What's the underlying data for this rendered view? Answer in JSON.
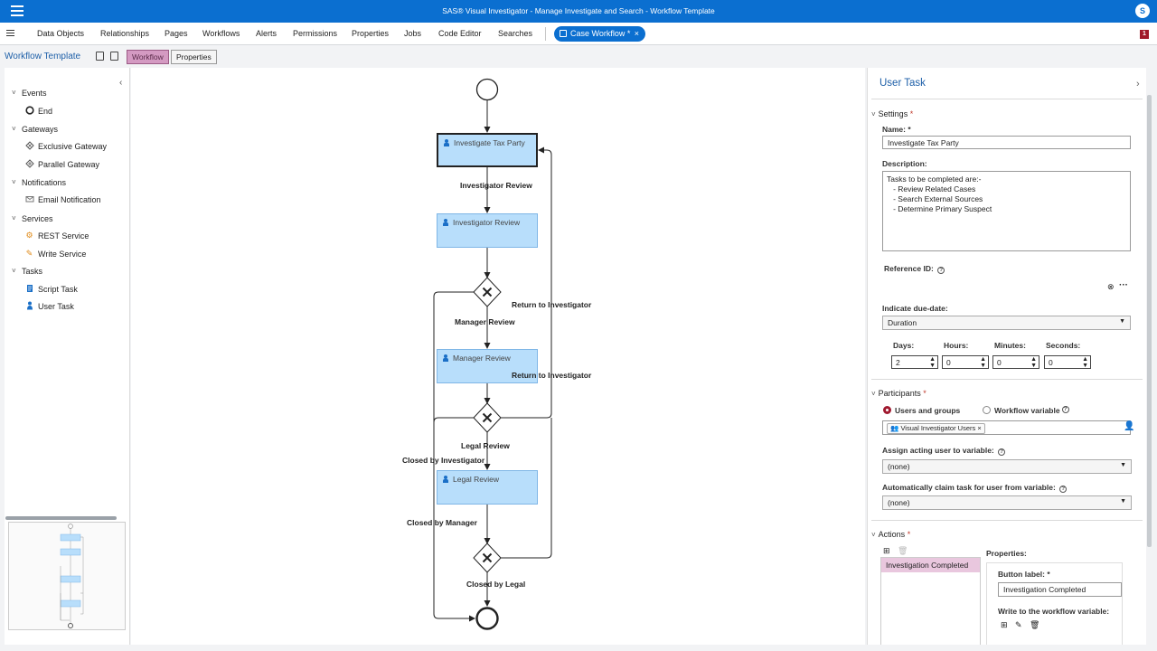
{
  "topbar": {
    "title": "SAS® Visual Investigator - Manage Investigate and Search - Workflow Template",
    "avatar": "S"
  },
  "nav": {
    "items": [
      "Data Objects",
      "Relationships",
      "Pages",
      "Workflows",
      "Alerts",
      "Permissions",
      "Properties",
      "Jobs",
      "Code Editor",
      "Searches"
    ],
    "active_tab": "Case Workflow *",
    "active_tab_close": "×",
    "notification_count": "1"
  },
  "subbar": {
    "title": "Workflow Template",
    "tab_workflow": "Workflow",
    "tab_properties": "Properties"
  },
  "palette": {
    "groups": [
      {
        "label": "Events",
        "items": [
          {
            "label": "End",
            "icon": "circle-icon"
          }
        ]
      },
      {
        "label": "Gateways",
        "items": [
          {
            "label": "Exclusive Gateway",
            "icon": "diamond-x-icon"
          },
          {
            "label": "Parallel Gateway",
            "icon": "diamond-plus-icon"
          }
        ]
      },
      {
        "label": "Notifications",
        "items": [
          {
            "label": "Email Notification",
            "icon": "envelope-icon"
          }
        ]
      },
      {
        "label": "Services",
        "items": [
          {
            "label": "REST Service",
            "icon": "gear-icon"
          },
          {
            "label": "Write Service",
            "icon": "pencil-icon"
          }
        ]
      },
      {
        "label": "Tasks",
        "items": [
          {
            "label": "Script Task",
            "icon": "script-icon"
          },
          {
            "label": "User Task",
            "icon": "person-icon"
          }
        ]
      }
    ]
  },
  "diagram": {
    "tasks": {
      "investigate_tax_party": "Investigate Tax Party",
      "investigator_review": "Investigator Review",
      "manager_review": "Manager Review",
      "legal_review": "Legal Review"
    },
    "labels": {
      "investigator_review": "Investigator Review",
      "return_to_investigator_1": "Return to Investigator",
      "manager_review": "Manager Review",
      "return_to_investigator_2": "Return to Investigator",
      "legal_review": "Legal Review",
      "closed_by_investigator": "Closed by Investigator",
      "closed_by_manager": "Closed by Manager",
      "closed_by_legal": "Closed by Legal"
    }
  },
  "properties": {
    "title": "User Task",
    "settings": {
      "section": "Settings",
      "name_label": "Name:",
      "name_value": "Investigate Tax Party",
      "description_label": "Description:",
      "description_lines": [
        "Tasks to be completed are:-",
        "   - Review Related Cases",
        "   - Search External Sources",
        "   - Determine Primary Suspect"
      ],
      "reference_label": "Reference ID:",
      "due_label": "Indicate due-date:",
      "due_value": "Duration",
      "days_label": "Days:",
      "days_value": "2",
      "hours_label": "Hours:",
      "hours_value": "0",
      "minutes_label": "Minutes:",
      "minutes_value": "0",
      "seconds_label": "Seconds:",
      "seconds_value": "0"
    },
    "participants": {
      "section": "Participants",
      "option_users": "Users and groups",
      "option_variable": "Workflow variable",
      "chip": "Visual Investigator Users",
      "assign_label": "Assign acting user to variable:",
      "assign_value": "(none)",
      "claim_label": "Automatically claim task for user from variable:",
      "claim_value": "(none)"
    },
    "actions": {
      "section": "Actions",
      "list_item": "Investigation Completed",
      "properties_label": "Properties:",
      "button_label": "Button label:",
      "button_value": "Investigation Completed",
      "write_label": "Write to the workflow variable:"
    }
  }
}
